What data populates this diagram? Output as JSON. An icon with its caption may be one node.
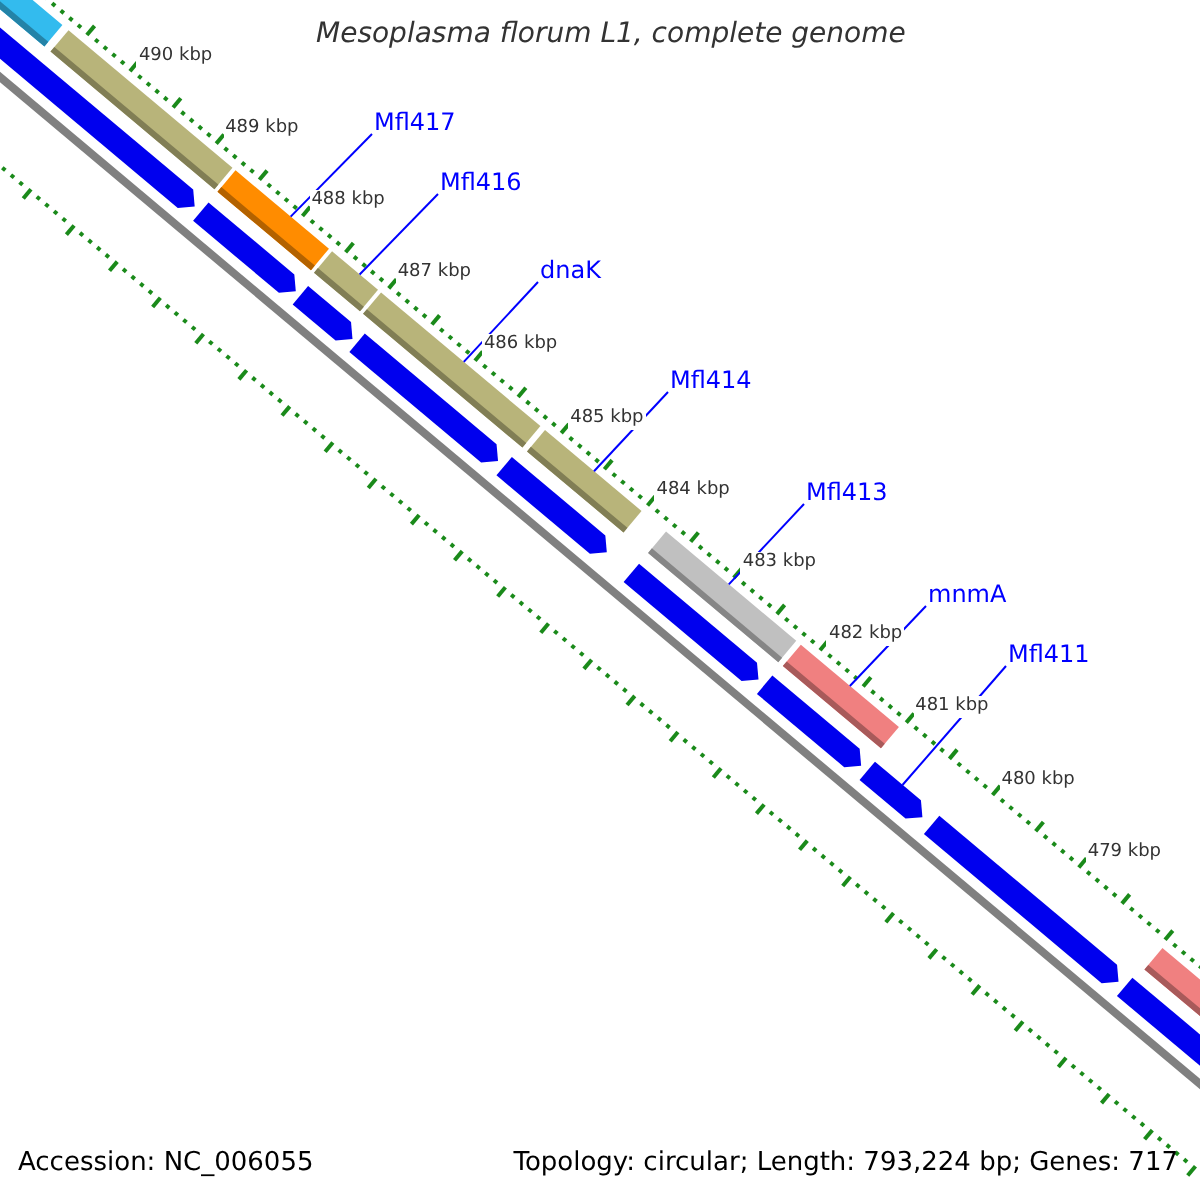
{
  "diagram": {
    "title": "Mesoplasma florum L1, complete genome",
    "nodes": [
      {
        "text": [
          "Mfl417"
        ]
      },
      {
        "text": [
          "Mfl416"
        ]
      },
      {
        "text": [
          "dnaK"
        ]
      },
      {
        "text": [
          "Mfl414"
        ]
      },
      {
        "text": [
          "Mfl413"
        ]
      },
      {
        "text": [
          "mnmA"
        ]
      },
      {
        "text": [
          "Mfl411"
        ]
      },
      {
        "text": [],
        "shape": "bar"
      },
      {
        "text": [],
        "shape": "arrow"
      },
      {
        "text": [],
        "shape": "bar"
      },
      {
        "text": [],
        "shape": "bar"
      },
      {
        "text": [],
        "shape": "arrow"
      },
      {
        "text": [],
        "shape": "bar"
      },
      {
        "text": [],
        "shape": "arrow"
      },
      {
        "text": [],
        "shape": "bar"
      },
      {
        "text": [],
        "shape": "arrow"
      },
      {
        "text": [],
        "shape": "arrow"
      },
      {
        "text": [],
        "shape": "bar"
      },
      {
        "text": [],
        "shape": "bar"
      },
      {
        "text": [],
        "shape": "arrow"
      },
      {
        "text": [],
        "shape": "arrow"
      },
      {
        "text": [],
        "shape": "bar"
      },
      {
        "text": [],
        "shape": "arrow"
      },
      {
        "text": [],
        "shape": "arrow"
      },
      {
        "text": [],
        "shape": "arrow"
      },
      {
        "text": [],
        "shape": "bar"
      }
    ],
    "edges": [
      {
        "from": 0,
        "to": 10,
        "arrow": "none"
      },
      {
        "from": 1,
        "to": 12,
        "arrow": "none"
      },
      {
        "from": 2,
        "to": 14,
        "arrow": "none"
      },
      {
        "from": 3,
        "to": 17,
        "arrow": "none"
      },
      {
        "from": 4,
        "to": 18,
        "arrow": "none"
      },
      {
        "from": 5,
        "to": 21,
        "arrow": "none"
      },
      {
        "from": 6,
        "to": 22,
        "arrow": "none"
      }
    ],
    "labels": [
      "490 kbp",
      "489 kbp",
      "488 kbp",
      "487 kbp",
      "486 kbp",
      "485 kbp",
      "484 kbp",
      "483 kbp",
      "482 kbp",
      "481 kbp",
      "480 kbp",
      "479 kbp",
      "Accession: NC_006055",
      "Topology: circular; Length: 793,224 bp; Genes: 717"
    ]
  }
}
